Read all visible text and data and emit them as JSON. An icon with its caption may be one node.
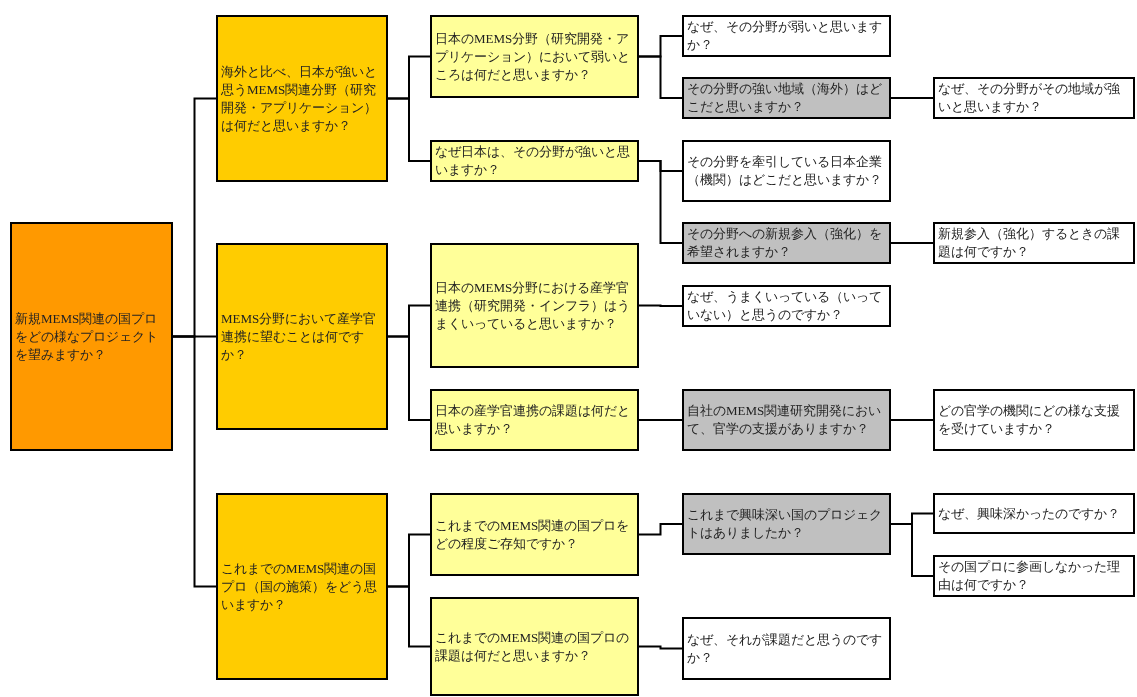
{
  "diagram": {
    "nodes": [
      {
        "text": [
          "新規MEMS関連の国プロをどの様なプロジェクトを望みますか？"
        ]
      },
      {
        "text": [
          "海外と比べ、日本が強いと思うMEMS関連分野（研究開発・アプリケーション）は何だと思いますか？"
        ]
      },
      {
        "text": [
          "MEMS分野において産学官連携に望むことは何ですか？"
        ]
      },
      {
        "text": [
          "これまでのMEMS関連の国プロ（国の施策）をどう思いますか？"
        ]
      },
      {
        "text": [
          "日本のMEMS分野（研究開発・アプリケーション）において弱いところは何だと思いますか？"
        ]
      },
      {
        "text": [
          "なぜ日本は、その分野が強いと思いますか？"
        ]
      },
      {
        "text": [
          "日本のMEMS分野における産学官連携（研究開発・インフラ）はうまくいっていると思いますか？"
        ]
      },
      {
        "text": [
          "日本の産学官連携の課題は何だと思いますか？"
        ]
      },
      {
        "text": [
          "これまでのMEMS関連の国プロをどの程度ご存知ですか？"
        ]
      },
      {
        "text": [
          "これまでのMEMS関連の国プロの課題は何だと思いますか？"
        ]
      },
      {
        "text": [
          "なぜ、その分野が弱いと思いますか？"
        ]
      },
      {
        "text": [
          "その分野の強い地域（海外）はどこだと思いますか？"
        ]
      },
      {
        "text": [
          "その分野を牽引している日本企業（機関）はどこだと思いますか？"
        ]
      },
      {
        "text": [
          "その分野への新規参入（強化）を希望されますか？"
        ]
      },
      {
        "text": [
          "なぜ、うまくいっている（いっていない）と思うのですか？"
        ]
      },
      {
        "text": [
          "自社のMEMS関連研究開発において、官学の支援がありますか？"
        ]
      },
      {
        "text": [
          "これまで興味深い国のプロジェクトはありましたか？"
        ]
      },
      {
        "text": [
          "なぜ、それが課題だと思うのですか？"
        ]
      },
      {
        "text": [
          "なぜ、その分野がその地域が強いと思いますか？"
        ]
      },
      {
        "text": [
          "新規参入（強化）するときの課題は何ですか？"
        ]
      },
      {
        "text": [
          "どの官学の機関にどの様な支援を受けていますか？"
        ]
      },
      {
        "text": [
          "なぜ、興味深かったのですか？"
        ]
      },
      {
        "text": [
          "その国プロに参画しなかった理由は何ですか？"
        ]
      }
    ],
    "edges": [
      {
        "from": 0,
        "to": 1,
        "arrow": "none"
      },
      {
        "from": 0,
        "to": 2,
        "arrow": "none"
      },
      {
        "from": 0,
        "to": 3,
        "arrow": "none"
      },
      {
        "from": 1,
        "to": 4,
        "arrow": "none"
      },
      {
        "from": 1,
        "to": 5,
        "arrow": "none"
      },
      {
        "from": 2,
        "to": 6,
        "arrow": "none"
      },
      {
        "from": 2,
        "to": 7,
        "arrow": "none"
      },
      {
        "from": 3,
        "to": 8,
        "arrow": "none"
      },
      {
        "from": 3,
        "to": 9,
        "arrow": "none"
      },
      {
        "from": 4,
        "to": 10,
        "arrow": "none"
      },
      {
        "from": 4,
        "to": 11,
        "arrow": "none"
      },
      {
        "from": 5,
        "to": 12,
        "arrow": "none"
      },
      {
        "from": 5,
        "to": 13,
        "arrow": "none"
      },
      {
        "from": 6,
        "to": 14,
        "arrow": "none"
      },
      {
        "from": 7,
        "to": 15,
        "arrow": "none"
      },
      {
        "from": 8,
        "to": 16,
        "arrow": "none"
      },
      {
        "from": 9,
        "to": 17,
        "arrow": "none"
      },
      {
        "from": 11,
        "to": 18,
        "arrow": "none"
      },
      {
        "from": 13,
        "to": 19,
        "arrow": "none"
      },
      {
        "from": 15,
        "to": 20,
        "arrow": "none"
      },
      {
        "from": 16,
        "to": 21,
        "arrow": "none"
      },
      {
        "from": 16,
        "to": 22,
        "arrow": "none"
      }
    ]
  }
}
